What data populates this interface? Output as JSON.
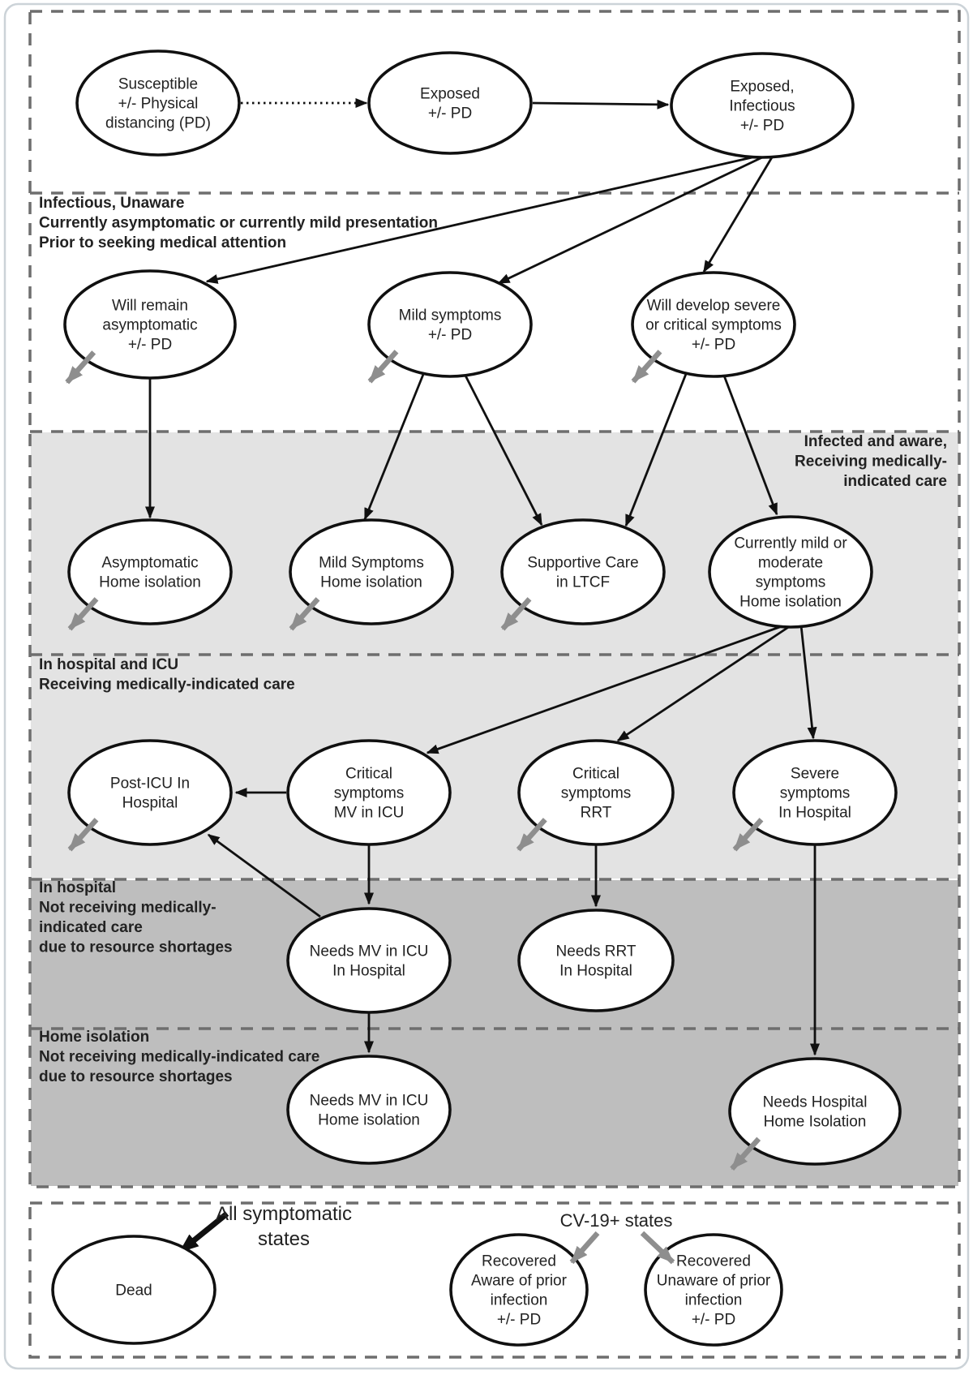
{
  "figure_type": "COVID-19 state transition flow diagram",
  "colors": {
    "light_band": "#e3e3e3",
    "dark_band": "#bebebe",
    "dash_border": "#6e6e6e",
    "node_stroke": "#101010",
    "node_fill": "#ffffff",
    "text": "#222222",
    "gray_arrow": "#8e8e8e",
    "frame_border": "#ccd3d8"
  },
  "bands": [
    {
      "id": "exposure",
      "label_lines": [],
      "shade": "white"
    },
    {
      "id": "infectious-unaware",
      "align": "left",
      "shade": "white",
      "label_lines": [
        "Infectious, Unaware",
        "Currently asymptomatic or currently mild presentation",
        "Prior to seeking medical attention"
      ]
    },
    {
      "id": "infected-aware",
      "align": "right",
      "shade": "light",
      "label_lines": [
        "Infected and aware,",
        "Receiving medically-",
        "indicated care"
      ]
    },
    {
      "id": "hospital-icu",
      "align": "left",
      "shade": "light",
      "label_lines": [
        "In hospital and ICU",
        "Receiving medically-indicated care"
      ]
    },
    {
      "id": "hospital-shortage",
      "align": "left",
      "shade": "dark",
      "label_lines": [
        "In hospital",
        "Not receiving medically-",
        "indicated care",
        "due to resource shortages"
      ]
    },
    {
      "id": "home-shortage",
      "align": "left",
      "shade": "dark",
      "label_lines": [
        "Home isolation",
        "Not receiving medically-indicated care",
        "due to resource shortages"
      ]
    },
    {
      "id": "outcomes",
      "label_lines": [],
      "shade": "white"
    }
  ],
  "nodes": [
    {
      "id": "susceptible",
      "lines": [
        "Susceptible",
        "+/- Physical",
        "distancing (PD)"
      ],
      "recovery_arrow": false
    },
    {
      "id": "exposed",
      "lines": [
        "Exposed",
        "+/- PD"
      ],
      "recovery_arrow": false
    },
    {
      "id": "exposed_infectious",
      "lines": [
        "Exposed,",
        "Infectious",
        "+/- PD"
      ],
      "recovery_arrow": false
    },
    {
      "id": "will_remain_asymptomatic",
      "lines": [
        "Will remain",
        "asymptomatic",
        "+/- PD"
      ],
      "recovery_arrow": true
    },
    {
      "id": "mild_symptoms",
      "lines": [
        "Mild symptoms",
        "+/- PD"
      ],
      "recovery_arrow": true
    },
    {
      "id": "will_develop_severe",
      "lines": [
        "Will develop severe",
        "or critical symptoms",
        "+/- PD"
      ],
      "recovery_arrow": true
    },
    {
      "id": "asymptomatic_home",
      "lines": [
        "Asymptomatic",
        "Home isolation"
      ],
      "recovery_arrow": true
    },
    {
      "id": "mild_symptoms_home",
      "lines": [
        "Mild Symptoms",
        "Home isolation"
      ],
      "recovery_arrow": true
    },
    {
      "id": "supportive_care_ltcf",
      "lines": [
        "Supportive Care",
        "in LTCF"
      ],
      "recovery_arrow": true
    },
    {
      "id": "currently_mild_home",
      "lines": [
        "Currently mild or",
        "moderate",
        "symptoms",
        "Home isolation"
      ],
      "recovery_arrow": false
    },
    {
      "id": "post_icu_hospital",
      "lines": [
        "Post-ICU In",
        "Hospital"
      ],
      "recovery_arrow": true
    },
    {
      "id": "critical_mv_icu",
      "lines": [
        "Critical",
        "symptoms",
        "MV in ICU"
      ],
      "recovery_arrow": false
    },
    {
      "id": "critical_rrt",
      "lines": [
        "Critical",
        "symptoms",
        "RRT"
      ],
      "recovery_arrow": true
    },
    {
      "id": "severe_hospital",
      "lines": [
        "Severe",
        "symptoms",
        "In Hospital"
      ],
      "recovery_arrow": true
    },
    {
      "id": "needs_mv_hospital",
      "lines": [
        "Needs MV in ICU",
        "In Hospital"
      ],
      "recovery_arrow": false
    },
    {
      "id": "needs_rrt_hospital",
      "lines": [
        "Needs RRT",
        "In Hospital"
      ],
      "recovery_arrow": false
    },
    {
      "id": "needs_mv_home",
      "lines": [
        "Needs MV in ICU",
        "Home isolation"
      ],
      "recovery_arrow": false
    },
    {
      "id": "needs_hospital_home",
      "lines": [
        "Needs Hospital",
        "Home Isolation"
      ],
      "recovery_arrow": true
    },
    {
      "id": "dead",
      "lines": [
        "Dead"
      ],
      "recovery_arrow": false
    },
    {
      "id": "recovered_aware",
      "lines": [
        "Recovered",
        "Aware of prior",
        "infection",
        "+/- PD"
      ],
      "recovery_arrow": false
    },
    {
      "id": "recovered_unaware",
      "lines": [
        "Recovered",
        "Unaware of prior",
        "infection",
        "+/- PD"
      ],
      "recovery_arrow": false
    }
  ],
  "edges": [
    {
      "from": "susceptible",
      "to": "exposed",
      "style": "dotted"
    },
    {
      "from": "exposed",
      "to": "exposed_infectious",
      "style": "solid"
    },
    {
      "from": "exposed_infectious",
      "to": "will_remain_asymptomatic",
      "style": "solid"
    },
    {
      "from": "exposed_infectious",
      "to": "mild_symptoms",
      "style": "solid"
    },
    {
      "from": "exposed_infectious",
      "to": "will_develop_severe",
      "style": "solid"
    },
    {
      "from": "will_remain_asymptomatic",
      "to": "asymptomatic_home",
      "style": "solid"
    },
    {
      "from": "mild_symptoms",
      "to": "mild_symptoms_home",
      "style": "solid"
    },
    {
      "from": "mild_symptoms",
      "to": "supportive_care_ltcf",
      "style": "solid"
    },
    {
      "from": "will_develop_severe",
      "to": "supportive_care_ltcf",
      "style": "solid"
    },
    {
      "from": "will_develop_severe",
      "to": "currently_mild_home",
      "style": "solid"
    },
    {
      "from": "currently_mild_home",
      "to": "critical_mv_icu",
      "style": "solid"
    },
    {
      "from": "currently_mild_home",
      "to": "critical_rrt",
      "style": "solid"
    },
    {
      "from": "currently_mild_home",
      "to": "severe_hospital",
      "style": "solid"
    },
    {
      "from": "critical_mv_icu",
      "to": "post_icu_hospital",
      "style": "solid"
    },
    {
      "from": "critical_mv_icu",
      "to": "needs_mv_hospital",
      "style": "solid"
    },
    {
      "from": "needs_mv_hospital",
      "to": "post_icu_hospital",
      "style": "solid"
    },
    {
      "from": "critical_rrt",
      "to": "needs_rrt_hospital",
      "style": "solid"
    },
    {
      "from": "severe_hospital",
      "to": "needs_hospital_home",
      "style": "solid"
    },
    {
      "from": "needs_mv_hospital",
      "to": "needs_mv_home",
      "style": "solid"
    },
    {
      "from": "all_symptomatic_label",
      "to": "dead",
      "style": "thick"
    }
  ],
  "annotations": {
    "all_symptomatic": {
      "lines": [
        "All symptomatic",
        "states"
      ]
    },
    "cv19": {
      "text": "CV-19+ states"
    }
  }
}
